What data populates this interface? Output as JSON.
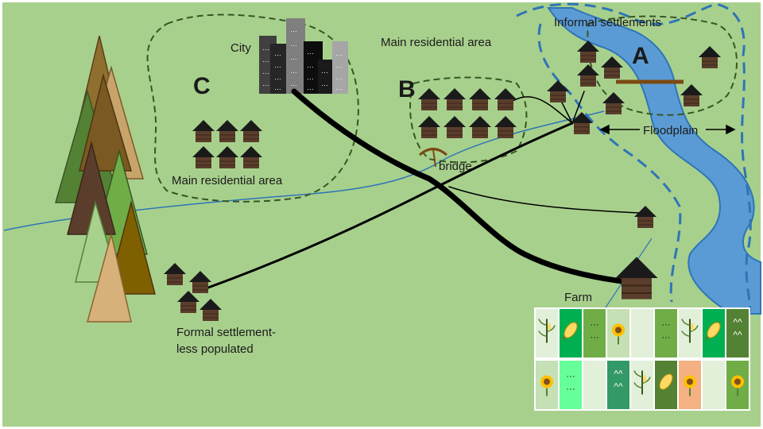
{
  "labels": {
    "city": "City",
    "zone_c": "C",
    "zone_b": "B",
    "zone_a": "A",
    "main_residential_top": "Main residential area",
    "main_residential_left": "Main residential area",
    "informal_settlements": "Informal settlements",
    "floodplain": "Floodplain",
    "bridge": "bridge",
    "farm": "Farm",
    "formal_settlement_line1": "Formal settlement-",
    "formal_settlement_line2": "less populated"
  },
  "colors": {
    "grass": "#a8d08d",
    "river": "#5b9bd5",
    "river_edge": "#2e75b6",
    "boundary": "#375623",
    "house_roof": "#1a1a1a",
    "house_wall": "#5a3d2b",
    "road": "#000000",
    "bridge_bar": "#7b4a12"
  },
  "farm_plots": {
    "top_row": [
      "corn-plant",
      "corn-cob",
      "dots",
      "sunflower",
      "empty",
      "dots",
      "corn-plant",
      "corn-cob",
      "carets"
    ],
    "bottom_row": [
      "sunflower",
      "dots",
      "empty",
      "carets",
      "corn-plant",
      "corn-cob",
      "sunflower",
      "empty",
      "sunflower"
    ]
  }
}
